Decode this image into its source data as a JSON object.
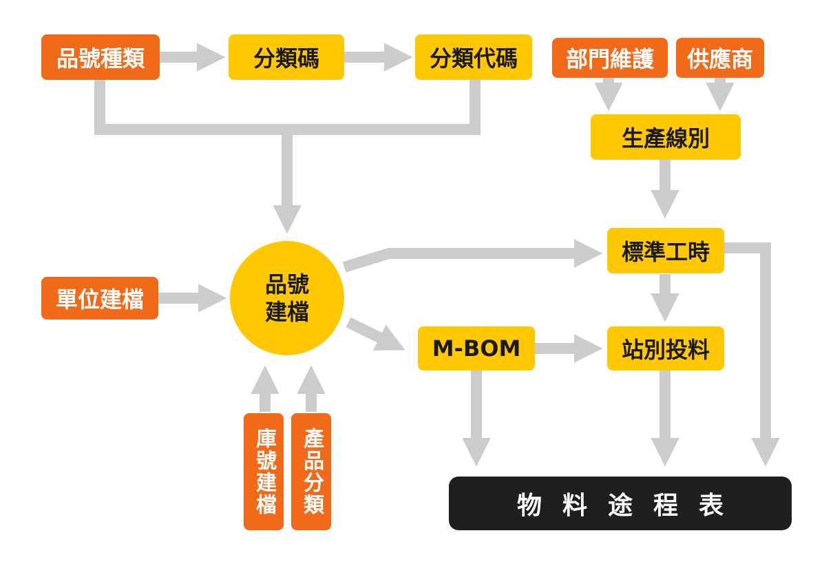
{
  "colors": {
    "orange": "#F06A1A",
    "yellow": "#FFC800",
    "dark": "#1f1f1f",
    "arrow": "#CCCCCC"
  },
  "nodes": {
    "pinhao_zhonglei": "品號種類",
    "fenlei_ma": "分類碼",
    "fenlei_daima": "分類代碼",
    "bumen_weihu": "部門維護",
    "gongyingshang": "供應商",
    "shengchan_xianbie": "生產線別",
    "danwei_jiandang": "單位建檔",
    "pinhao_jiandang_line1": "品號",
    "pinhao_jiandang_line2": "建檔",
    "biaozhun_gongshi": "標準工時",
    "m_bom": "M-BOM",
    "zhanbie_touliao": "站別投料",
    "kuhao_jiandang": "庫號建檔",
    "chanpin_fenlei": "產品分類",
    "wuliao_tuchengbiao": "物料途程表"
  }
}
